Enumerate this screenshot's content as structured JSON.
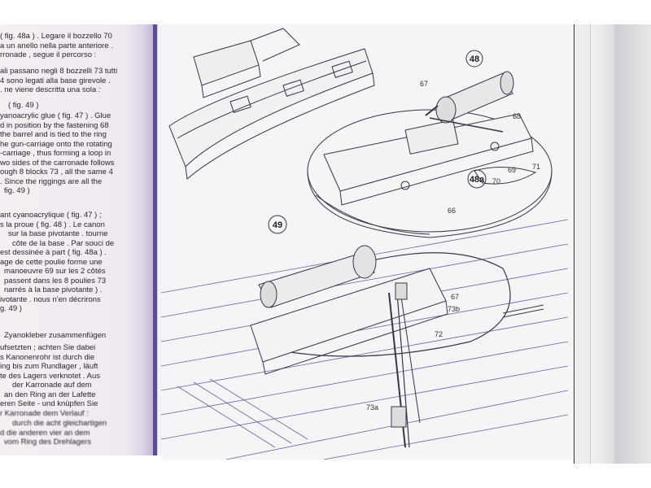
{
  "left_page": {
    "lines": [
      "( fig. 48a ) . Legare il bozzello 70",
      "a un anello nella parte anteriore .",
      "rronade , segue il percorso :",
      "ali passano negli 8 bozzelli 73 tutti",
      "4 sono legati alla base girevole .",
      ". ne viene descritta una sola :",
      "( fig. 49 )",
      "yanoacrylic glue ( fig. 47 ) . Glue",
      "d in position by the fastening 68",
      "the barrel and is tied to the ring",
      "he gun-carriage onto the rotating",
      "-carriage , thus forming a loop in",
      "wo sides of the carronade follows",
      "ough 8 blocks 73 , all the same 4",
      ". Since the riggings are all the",
      "fig. 49 )",
      "ant cyanoacrylique ( fig. 47 ) ;",
      "s la proue ( fig. 48 ) . Le canon",
      "sur la base pivotante . tourne",
      "côte de la base . Par souci de",
      "est dessinée à part ( fig. 48a ) .",
      "age de cette poulie forme une",
      "manoeuvre 69 sur les 2 côtés",
      "passent dans les 8 poulies 73",
      "narrés à la base pivotante ) .",
      "ivotante . nous n'en décrirons",
      "g. 49 )",
      "Zyanokleber zusammenfügen",
      "ufsetzten ; achten Sie dabei",
      "s Kanonenrohr ist durch die",
      "ing bis zum Rundlager , läuft",
      "te des Lagers verknotet . Aus",
      "der Karronade auf dem",
      "an den Ring an der Lafette",
      "eren Seite - und knüpfen Sie",
      "r Karronade dem Verlauf :",
      "durch die acht gleichartigen",
      "d die anderen vier an dem",
      "vom Ring des Drehlagers"
    ]
  },
  "figures": {
    "fig48": "48",
    "fig48a": "48a",
    "fig49": "49",
    "labels_48": [
      "67",
      "68",
      "70",
      "69",
      "71",
      "66"
    ],
    "labels_49": [
      "67",
      "73b",
      "72",
      "73a"
    ]
  }
}
